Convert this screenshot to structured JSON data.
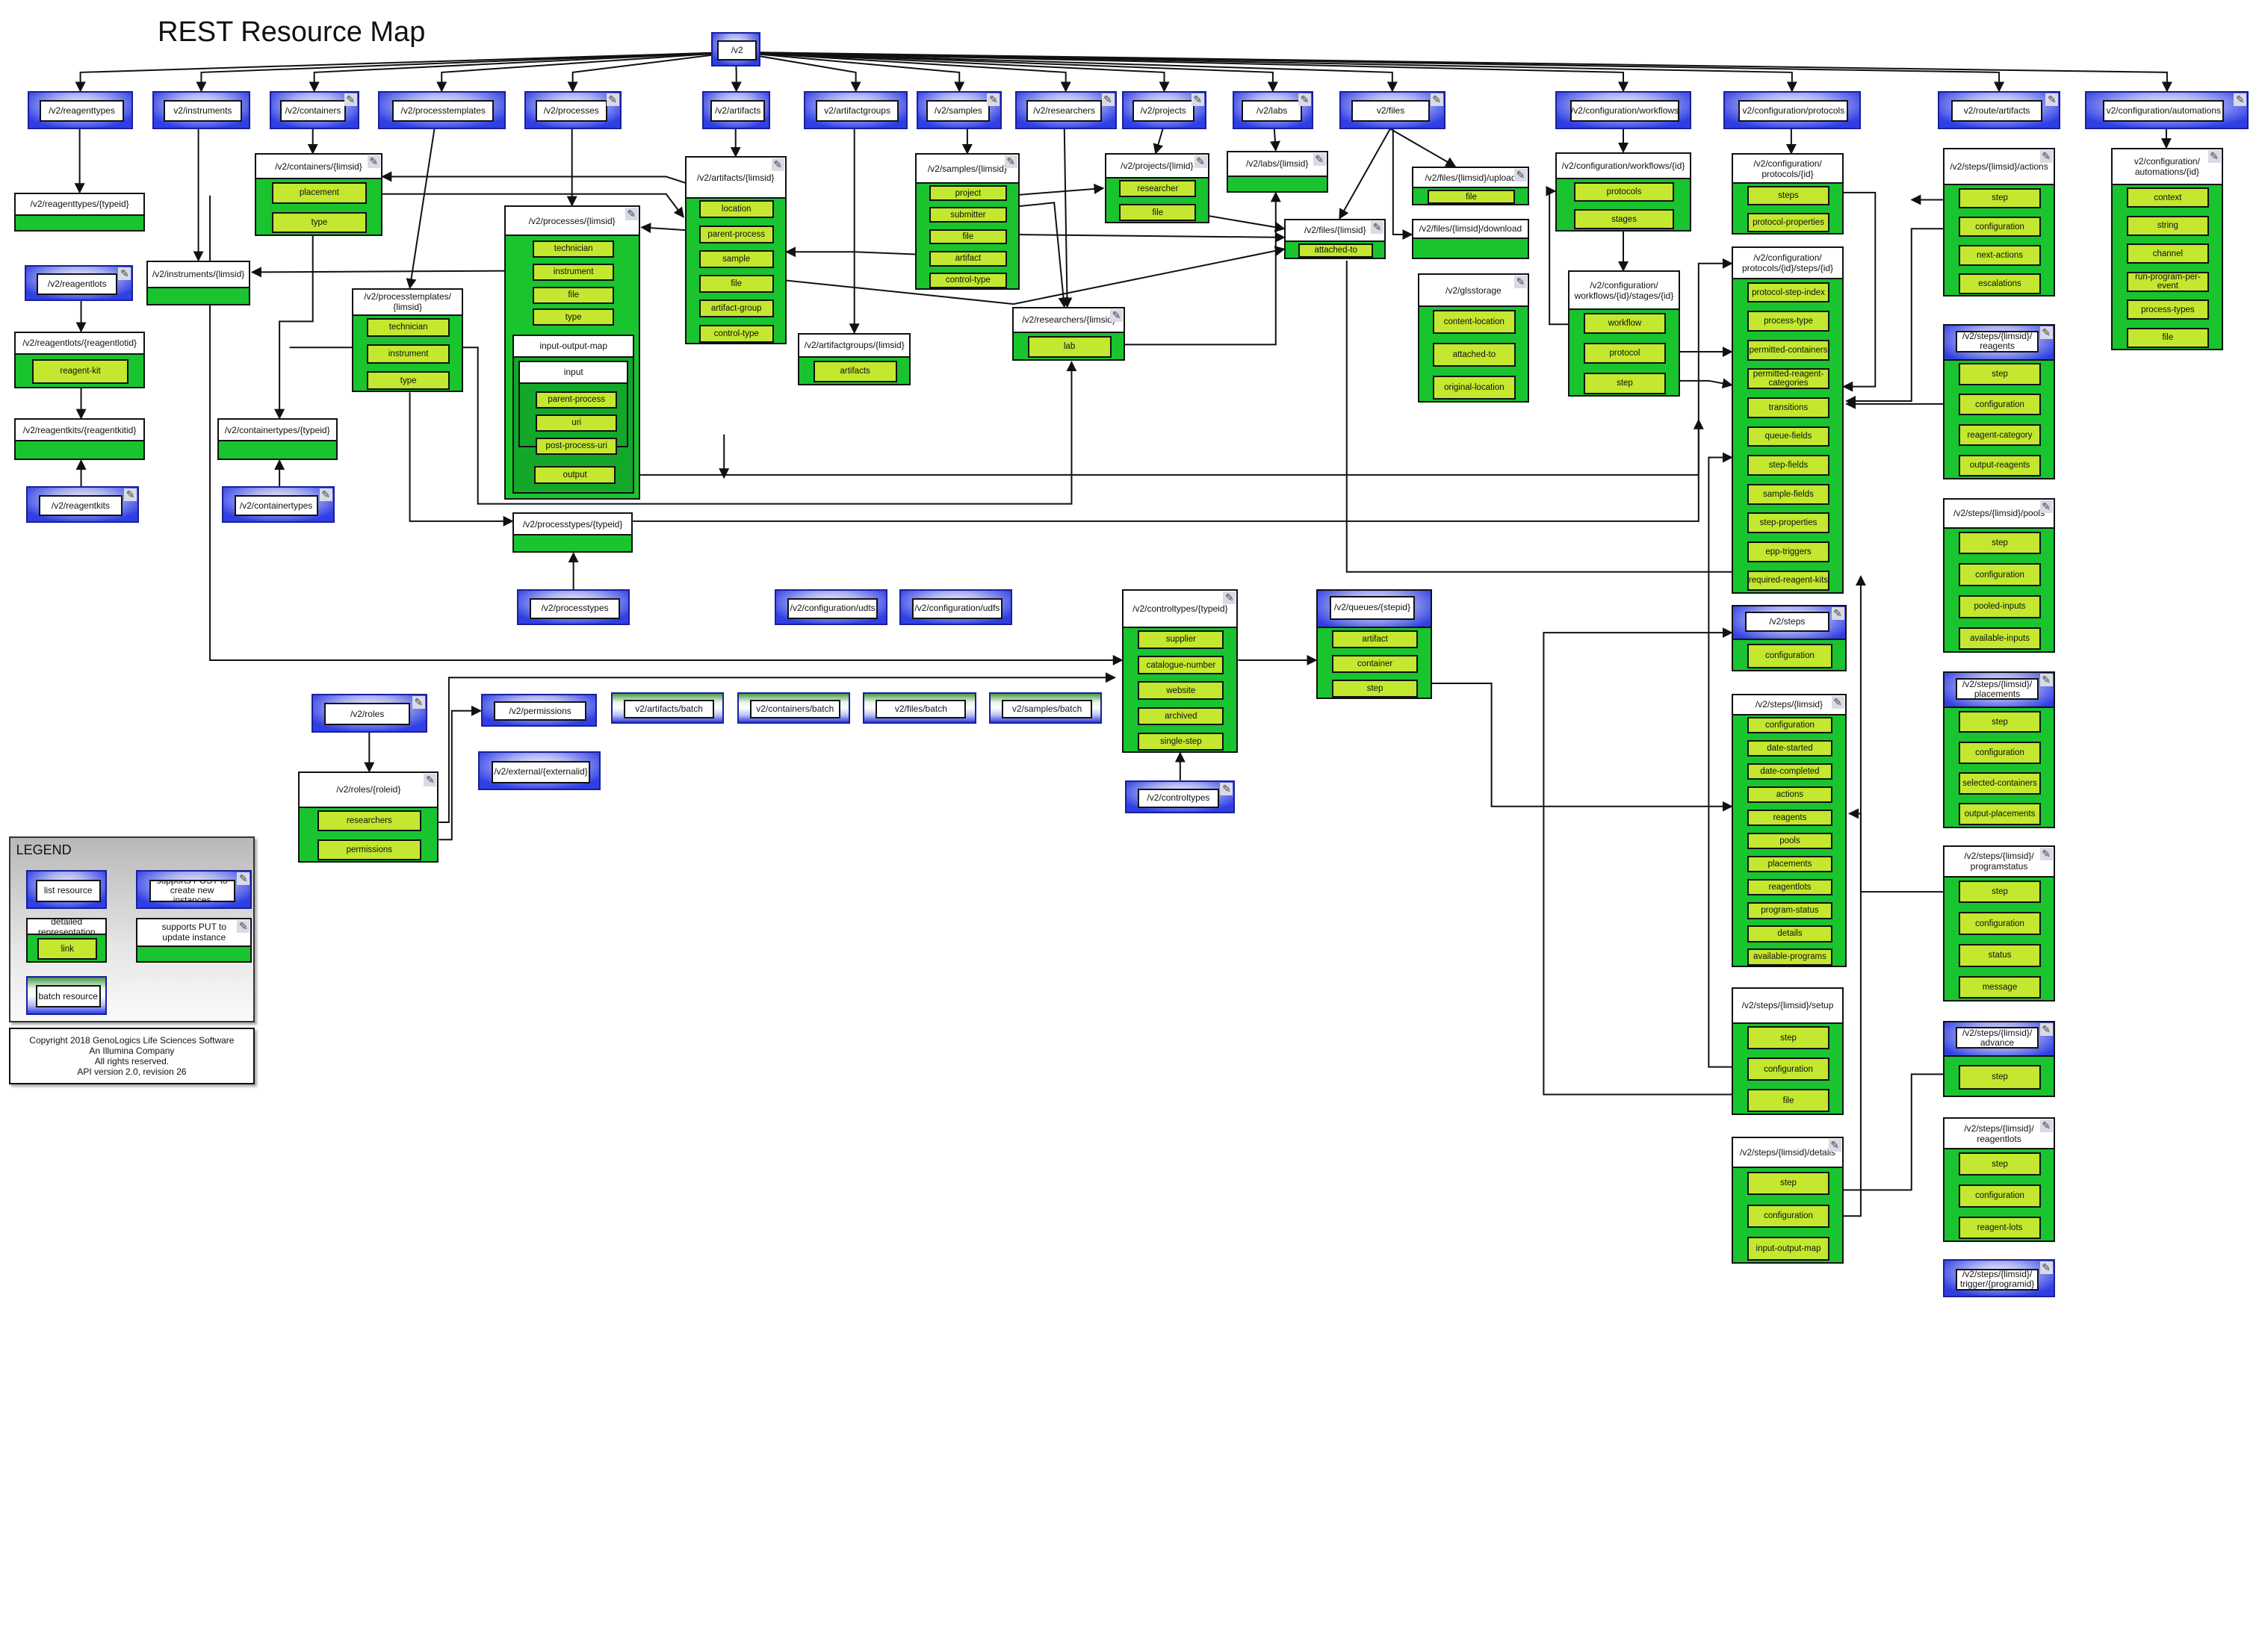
{
  "title": "REST Resource Map",
  "nodes": [
    {
      "type": "list",
      "label": "/v2"
    },
    {
      "type": "list",
      "label": "/v2/reagenttypes"
    },
    {
      "type": "list",
      "label": "v2/instruments"
    },
    {
      "type": "list",
      "label": "/v2/containers",
      "edit": true
    },
    {
      "type": "list",
      "label": "/v2/processtemplates"
    },
    {
      "type": "list",
      "label": "/v2/processes",
      "edit": true
    },
    {
      "type": "list",
      "label": "/v2/artifacts"
    },
    {
      "type": "list",
      "label": "v2/artifactgroups"
    },
    {
      "type": "list",
      "label": "/v2/samples",
      "edit": true
    },
    {
      "type": "list",
      "label": "/v2/researchers",
      "edit": true
    },
    {
      "type": "list",
      "label": "/v2/projects",
      "edit": true
    },
    {
      "type": "list",
      "label": "/v2/labs",
      "edit": true
    },
    {
      "type": "list",
      "label": "v2/files",
      "edit": true
    },
    {
      "type": "list",
      "label": "/v2/configuration/workflows"
    },
    {
      "type": "list",
      "label": "v2/configuration/protocols"
    },
    {
      "type": "list",
      "label": "v2/route/artifacts",
      "edit": true
    },
    {
      "type": "list",
      "label": "v2/configuration/automations",
      "edit": true
    },
    {
      "type": "detail",
      "label": "/v2/reagenttypes/{typeid}",
      "links": []
    },
    {
      "type": "detail",
      "label": "/v2/containers/{limsid}",
      "links": [
        "placement",
        "type"
      ],
      "edit": true
    },
    {
      "type": "list",
      "label": "/v2/reagentlots",
      "edit": true
    },
    {
      "type": "detail",
      "label": "/v2/instruments/{limsid}",
      "links": []
    },
    {
      "type": "detail",
      "label": "/v2/reagentlots/{reagentlotid}",
      "links": [
        "reagent-kit"
      ]
    },
    {
      "type": "detail",
      "label": "/v2/processtemplates/\n{limsid}",
      "links": [
        "technician",
        "instrument",
        "type"
      ]
    },
    {
      "type": "processes",
      "label": "/v2/processes/{limsid}",
      "links": [
        "technician",
        "instrument",
        "file",
        "type"
      ],
      "edit": true,
      "iomap": {
        "label": "input-output-map",
        "input": {
          "label": "input",
          "links": [
            "parent-process",
            "uri",
            "post-process-uri"
          ]
        },
        "output": "output"
      }
    },
    {
      "type": "detail",
      "label": "/v2/artifacts/{limsid}",
      "links": [
        "location",
        "parent-process",
        "sample",
        "file",
        "artifact-group",
        "control-type"
      ],
      "edit": true
    },
    {
      "type": "detail",
      "label": "/v2/artifactgroups/{limsid}",
      "links": [
        "artifacts"
      ]
    },
    {
      "type": "detail",
      "label": "/v2/samples/{limsid}",
      "links": [
        "project",
        "submitter",
        "file",
        "artifact",
        "control-type"
      ],
      "edit": true
    },
    {
      "type": "detail",
      "label": "/v2/projects/{limid}",
      "links": [
        "researcher",
        "file"
      ],
      "edit": true
    },
    {
      "type": "detail",
      "label": "/v2/labs/{limsid}",
      "links": [],
      "edit": true
    },
    {
      "type": "detail",
      "label": "/v2/researchers/{limsid}",
      "links": [
        "lab"
      ],
      "edit": true
    },
    {
      "type": "detail",
      "label": "/v2/files/{limsid}",
      "links": [
        "attached-to"
      ],
      "edit": true
    },
    {
      "type": "detail",
      "label": "/v2/files/{limsid}/upload",
      "links": [
        "file"
      ],
      "edit": true
    },
    {
      "type": "detail",
      "label": "/v2/files/{limsid}/download",
      "links": []
    },
    {
      "type": "detail",
      "label": "/v2/glsstorage",
      "links": [
        "content-location",
        "attached-to",
        "original-location"
      ],
      "edit": true
    },
    {
      "type": "detail",
      "label": "/v2/configuration/workflows/{id}",
      "links": [
        "protocols",
        "stages"
      ]
    },
    {
      "type": "detail",
      "label": "/v2/configuration/\nworkflows/{id}/stages/{id}",
      "links": [
        "workflow",
        "protocol",
        "step"
      ]
    },
    {
      "type": "detail",
      "label": "/v2/configuration/\nprotocols/{id}",
      "links": [
        "steps",
        "protocol-properties"
      ]
    },
    {
      "type": "detail",
      "label": "/v2/configuration/\nprotocols/{id}/steps/{id}",
      "links": [
        "protocol-step-index",
        "process-type",
        "permitted-containers",
        "permitted-reagent-\ncategories",
        "transitions",
        "queue-fields",
        "step-fields",
        "sample-fields",
        "step-properties",
        "epp-triggers",
        "required-reagent-kits"
      ]
    },
    {
      "type": "detail",
      "label": "/v2/steps/{limsid}/actions",
      "links": [
        "step",
        "configuration",
        "next-actions",
        "escalations"
      ],
      "edit": true
    },
    {
      "type": "detail",
      "label": "v2/configuration/\nautomations/{id}",
      "links": [
        "context",
        "string",
        "channel",
        "run-program-per-\nevent",
        "process-types",
        "file"
      ],
      "edit": true
    },
    {
      "type": "bluedetail",
      "label": "/v2/steps/{limsid}/\nreagents",
      "links": [
        "step",
        "configuration",
        "reagent-category",
        "output-reagents"
      ],
      "edit": true
    },
    {
      "type": "detail",
      "label": "/v2/steps/{limsid}/pools",
      "links": [
        "step",
        "configuration",
        "pooled-inputs",
        "available-inputs"
      ],
      "edit": true
    },
    {
      "type": "bluedetail",
      "label": "/v2/steps",
      "links": [
        "configuration"
      ],
      "edit": true
    },
    {
      "type": "bluedetail",
      "label": "/v2/steps/{limsid}/\nplacements",
      "links": [
        "step",
        "configuration",
        "selected-containers",
        "output-placements"
      ],
      "edit": true
    },
    {
      "type": "detail",
      "label": "/v2/steps/{limsid}",
      "links": [
        "configuration",
        "date-started",
        "date-completed",
        "actions",
        "reagents",
        "pools",
        "placements",
        "reagentlots",
        "program-status",
        "details",
        "available-programs"
      ],
      "edit": true
    },
    {
      "type": "detail",
      "label": "/v2/steps/{limsid}/\nprogramstatus",
      "links": [
        "step",
        "configuration",
        "status",
        "message"
      ],
      "edit": true
    },
    {
      "type": "detail",
      "label": "/v2/steps/{limsid}/setup",
      "links": [
        "step",
        "configuration",
        "file"
      ]
    },
    {
      "type": "bluedetail",
      "label": "/v2/steps/{limsid}/\nadvance",
      "links": [
        "step"
      ],
      "edit": true
    },
    {
      "type": "detail",
      "label": "/v2/steps/{limsid}/details",
      "links": [
        "step",
        "configuration",
        "input-output-map"
      ],
      "edit": true
    },
    {
      "type": "detail",
      "label": "/v2/steps/{limsid}/\nreagentlots",
      "links": [
        "step",
        "configuration",
        "reagent-lots"
      ],
      "edit": true
    },
    {
      "type": "list",
      "label": "/v2/steps/{limsid}/\ntrigger/{programid}",
      "edit": true
    },
    {
      "type": "detail",
      "label": "/v2/reagentkits/{reagentkitid}",
      "links": []
    },
    {
      "type": "detail",
      "label": "/v2/containertypes/{typeid}",
      "links": []
    },
    {
      "type": "list",
      "label": "/v2/reagentkits",
      "edit": true
    },
    {
      "type": "list",
      "label": "/v2/containertypes",
      "edit": true
    },
    {
      "type": "detail",
      "label": "/v2/processtypes/{typeid}",
      "links": []
    },
    {
      "type": "list",
      "label": "/v2/processtypes"
    },
    {
      "type": "list",
      "label": "/v2/configuration/udts"
    },
    {
      "type": "list",
      "label": "/v2/configuration/udfs"
    },
    {
      "type": "detail",
      "label": "/v2/controltypes/{typeid}",
      "links": [
        "supplier",
        "catalogue-number",
        "website",
        "archived",
        "single-step"
      ],
      "edit": true
    },
    {
      "type": "bluedetail",
      "label": "/v2/queues/{stepid}",
      "links": [
        "artifact",
        "container",
        "step"
      ]
    },
    {
      "type": "list",
      "label": "/v2/controltypes",
      "edit": true
    },
    {
      "type": "list",
      "label": "/v2/roles",
      "edit": true
    },
    {
      "type": "detail",
      "label": "/v2/roles/{roleid}",
      "links": [
        "researchers",
        "permissions"
      ],
      "edit": true
    },
    {
      "type": "list",
      "label": "/v2/permissions"
    },
    {
      "type": "list",
      "label": "/v2/external/{externalid}"
    },
    {
      "type": "batch",
      "label": "v2/artifacts/batch"
    },
    {
      "type": "batch",
      "label": "v2/containers/batch"
    },
    {
      "type": "batch",
      "label": "v2/files/batch"
    },
    {
      "type": "batch",
      "label": "v2/samples/batch"
    }
  ],
  "legend": {
    "title": "LEGEND",
    "items": [
      {
        "type": "list",
        "label": "list resource"
      },
      {
        "type": "list",
        "label": "supports POST to\ncreate new\ninstances",
        "edit": true
      },
      {
        "type": "detail",
        "label": "detailed representation",
        "links": [
          "link"
        ]
      },
      {
        "type": "detail",
        "label": "supports PUT to\nupdate instance",
        "links": [],
        "edit": true
      },
      {
        "type": "batch",
        "label": "batch resource"
      }
    ]
  },
  "copyright": {
    "lines": [
      "Copyright 2018 GenoLogics Life Sciences Software",
      "An Illumina Company",
      "All rights reserved.",
      "API version 2.0, revision 26"
    ]
  },
  "colors": {
    "detail_body": "#19c42f",
    "link": "#c3e82f",
    "list_blue": "#2f3fe4"
  }
}
